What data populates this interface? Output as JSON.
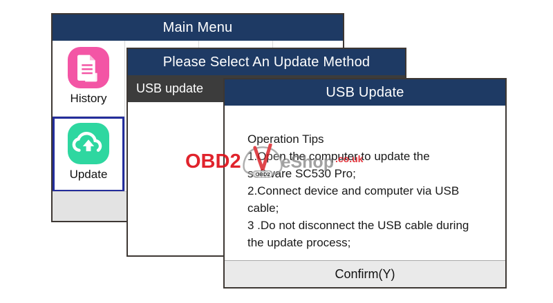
{
  "colors": {
    "titlebar_navy": "#1e3a64",
    "history_pink": "#f355a5",
    "update_green": "#2ed7a0",
    "selection_blue": "#232d9b",
    "selected_row_dark": "#3c3c3c",
    "watermark_red": "#dd101a",
    "footer_gray": "#e3e3e3"
  },
  "main_menu": {
    "title": "Main Menu",
    "items": [
      {
        "label": "History",
        "icon": "history-document-icon",
        "selected": false
      },
      {
        "label": "Update",
        "icon": "cloud-upload-icon",
        "selected": true
      }
    ]
  },
  "update_method": {
    "title": "Please Select An Update Method",
    "items": [
      {
        "label": "USB update",
        "selected": true
      }
    ]
  },
  "usb_update": {
    "title": "USB Update",
    "body_lines": [
      "Operation Tips",
      "1.Open the computer to update the",
      "software SC530 Pro;",
      "2.Connect device and computer via USB",
      "cable;",
      "3 .Do not disconnect the USB cable during",
      "the update process;"
    ],
    "confirm_label": "Confirm(Y)"
  },
  "watermark": {
    "prefix": "OBD2",
    "middle": "eShop",
    "suffix": ".co.uk",
    "car_label": "OBD2"
  }
}
